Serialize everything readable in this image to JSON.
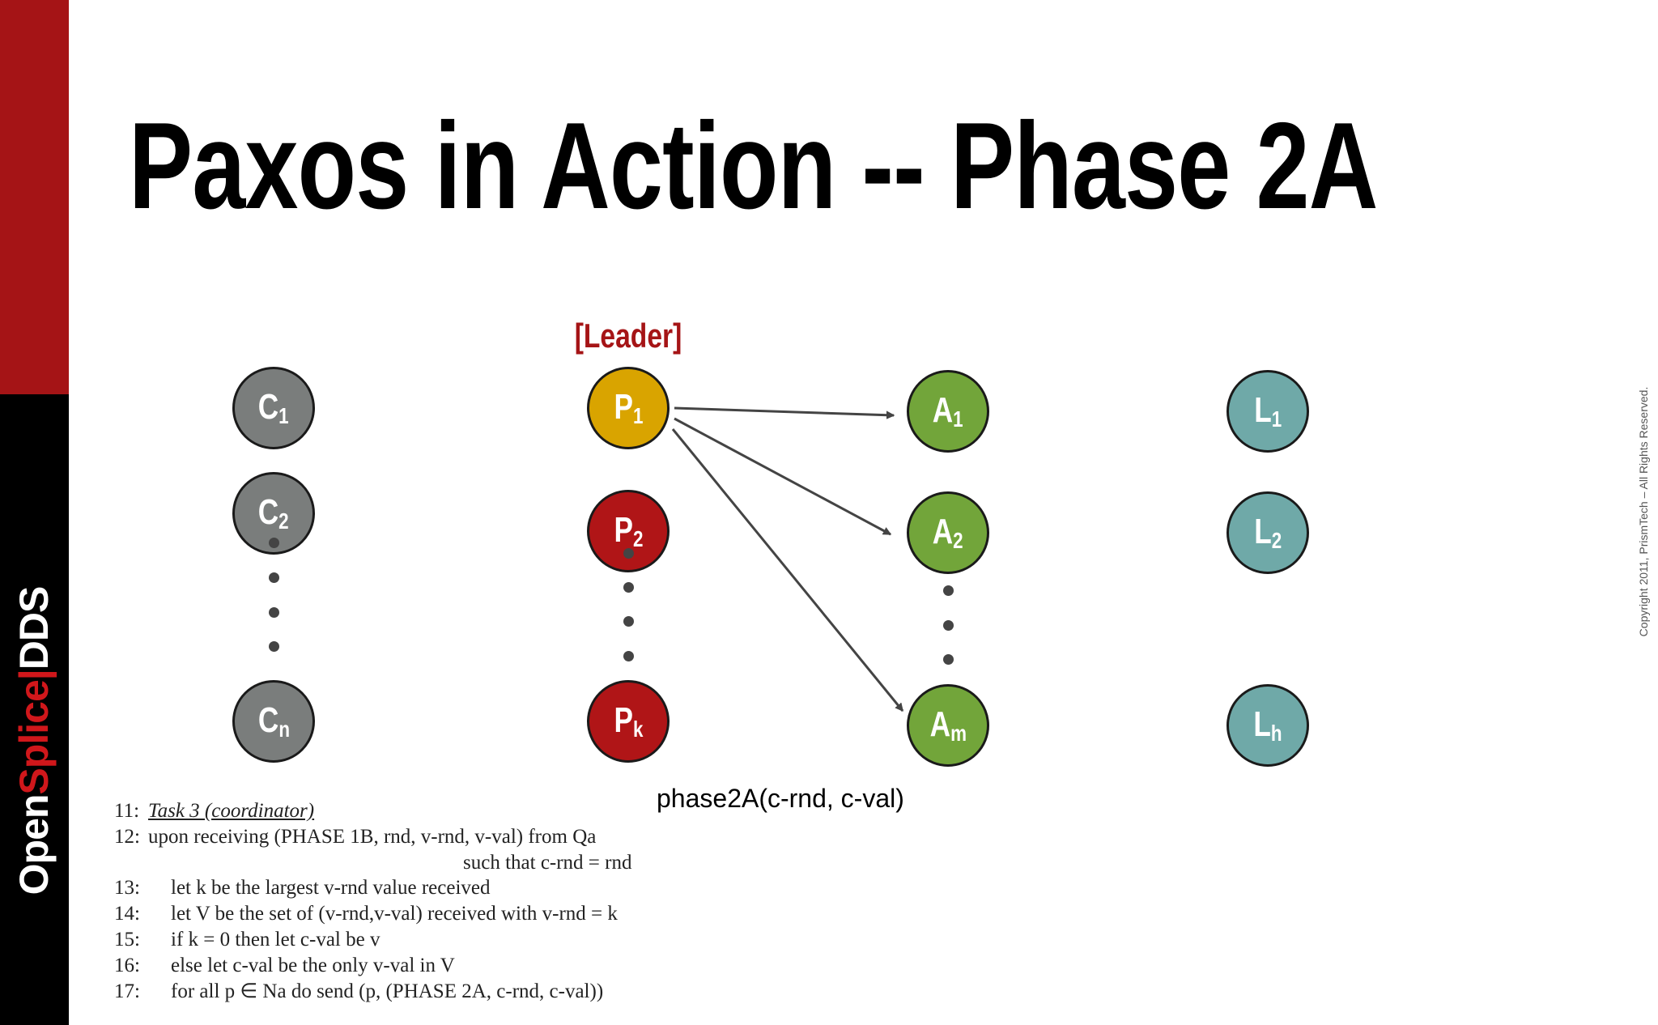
{
  "title": "Paxos in Action -- Phase 2A",
  "logo": {
    "open": "Open",
    "splice": "Splice",
    "sep": "|",
    "dds": "DDS"
  },
  "leader_label": "[Leader]",
  "colors": {
    "brand_red": "#a51416",
    "client": "#7a7d7c",
    "leader": "#d9a400",
    "proposer": "#b01517",
    "acceptor": "#72a53a",
    "learner": "#6fa9a8"
  },
  "nodes": {
    "c1": {
      "l": "C",
      "s": "1"
    },
    "c2": {
      "l": "C",
      "s": "2"
    },
    "cn": {
      "l": "C",
      "s": "n"
    },
    "p1": {
      "l": "P",
      "s": "1"
    },
    "p2": {
      "l": "P",
      "s": "2"
    },
    "pk": {
      "l": "P",
      "s": "k"
    },
    "a1": {
      "l": "A",
      "s": "1"
    },
    "a2": {
      "l": "A",
      "s": "2"
    },
    "am": {
      "l": "A",
      "s": "m"
    },
    "l1": {
      "l": "L",
      "s": "1"
    },
    "l2": {
      "l": "L",
      "s": "2"
    },
    "lh": {
      "l": "L",
      "s": "h"
    }
  },
  "message": "phase2A(c-rnd, c-val)",
  "code": [
    {
      "n": "11:",
      "t": "Task 3 (coordinator)"
    },
    {
      "n": "12:",
      "t": "upon receiving (PHASE 1B, rnd, v-rnd, v-val) from Qa"
    },
    {
      "n": "",
      "t": "such that c-rnd = rnd"
    },
    {
      "n": "13:",
      "t": "let k be the largest v-rnd value received"
    },
    {
      "n": "14:",
      "t": "let V be the set of (v-rnd,v-val) received with v-rnd = k"
    },
    {
      "n": "15:",
      "t": "if k = 0 then let c-val be v"
    },
    {
      "n": "16:",
      "t": "else let c-val be the only v-val in V"
    },
    {
      "n": "17:",
      "t": "for all p ∈ Na do send (p, (PHASE 2A, c-rnd, c-val))"
    }
  ],
  "copyright": "Copyright 2011, PrismTech – All Rights Reserved."
}
